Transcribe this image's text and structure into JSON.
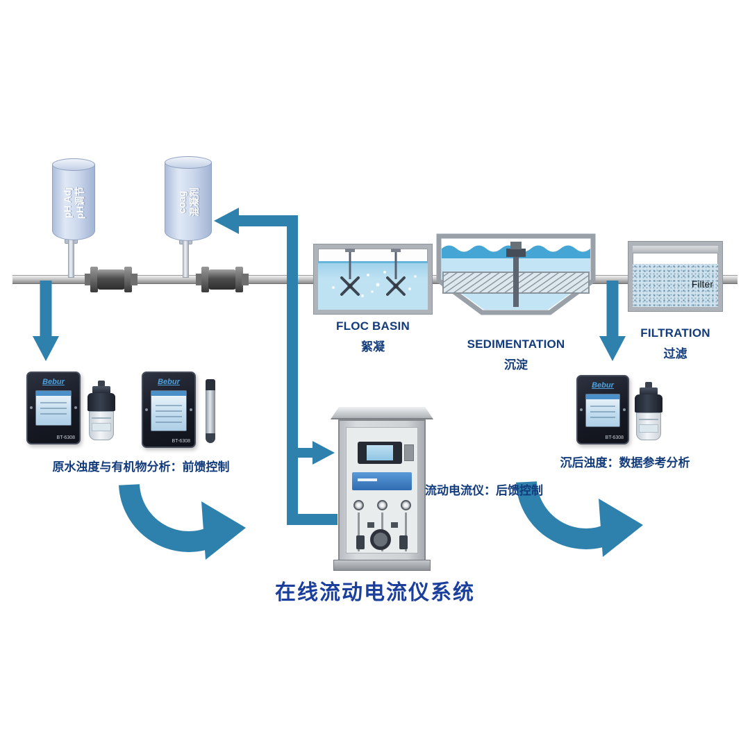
{
  "title": "在线流动电流仪系统",
  "colors": {
    "arrow": "#2e80ad",
    "label": "#123b7c",
    "title": "#1b3f9c"
  },
  "tanks": {
    "ph": {
      "line1": "pH Adj",
      "line2": "pH调节"
    },
    "coag": {
      "line1": "coag",
      "line2": "混凝剂"
    }
  },
  "stages": {
    "floc": {
      "en": "FLOC BASIN",
      "zh": "絮凝"
    },
    "sed": {
      "en": "SEDIMENTATION",
      "zh": "沉淀"
    },
    "filt": {
      "en": "FILTRATION",
      "zh": "过滤",
      "media_label": "Filter"
    }
  },
  "devices": {
    "brand": "Bebur",
    "model": "BT-6308"
  },
  "captions": {
    "left": "原水浊度与有机物分析：前馈控制",
    "center": "流动电流仪：后馈控制",
    "right": "沉后浊度：数据参考分析"
  }
}
